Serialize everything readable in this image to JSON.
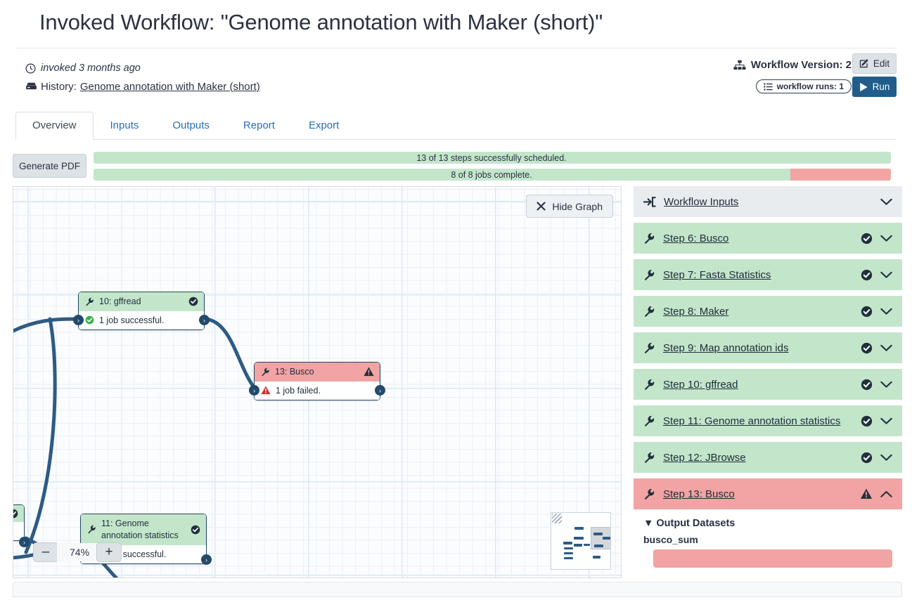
{
  "header": {
    "title": "Invoked Workflow: \"Genome annotation with Maker (short)\"",
    "invoked_text": "invoked 3 months ago",
    "history_label": "History:",
    "history_name": "Genome annotation with Maker (short)",
    "workflow_version": "Workflow Version: 2",
    "runs_badge": "workflow runs: 1",
    "edit_label": "Edit",
    "run_label": "Run"
  },
  "tabs": [
    {
      "label": "Overview",
      "active": true
    },
    {
      "label": "Inputs",
      "active": false
    },
    {
      "label": "Outputs",
      "active": false
    },
    {
      "label": "Report",
      "active": false
    },
    {
      "label": "Export",
      "active": false
    }
  ],
  "progress": {
    "pdf_button": "Generate PDF",
    "steps_text": "13 of 13 steps successfully scheduled.",
    "jobs_text": "8 of 8 jobs complete."
  },
  "graph": {
    "hide_button": "Hide Graph",
    "zoom_level": "74%",
    "zoom_out": "–",
    "zoom_in": "+",
    "nodes": [
      {
        "title": "10: gffread",
        "status": "ok",
        "body": "1 job successful."
      },
      {
        "title": "13: Busco",
        "status": "err",
        "body": "1 job failed."
      },
      {
        "title": "11: Genome annotation statistics",
        "status": "ok",
        "body": "1 job successful."
      }
    ]
  },
  "sidebar": {
    "inputs_label": "Workflow Inputs",
    "steps": [
      {
        "label": "Step 6: Busco",
        "status": "ok",
        "expanded": false
      },
      {
        "label": "Step 7: Fasta Statistics",
        "status": "ok",
        "expanded": false
      },
      {
        "label": "Step 8: Maker",
        "status": "ok",
        "expanded": false
      },
      {
        "label": "Step 9: Map annotation ids",
        "status": "ok",
        "expanded": false
      },
      {
        "label": "Step 10: gffread",
        "status": "ok",
        "expanded": false
      },
      {
        "label": "Step 11: Genome annotation statistics",
        "status": "ok",
        "expanded": false
      },
      {
        "label": "Step 12: JBrowse",
        "status": "ok",
        "expanded": false
      },
      {
        "label": "Step 13: Busco",
        "status": "err",
        "expanded": true
      }
    ],
    "expanded_detail": {
      "section_label": "▼ Output Datasets",
      "dataset_name": "busco_sum"
    }
  },
  "colors": {
    "success_bg": "#c3e6cb",
    "error_bg": "#f2a3a3",
    "link": "#2a6ebb",
    "primary_btn": "#205d8a",
    "node_border": "#23496b"
  }
}
